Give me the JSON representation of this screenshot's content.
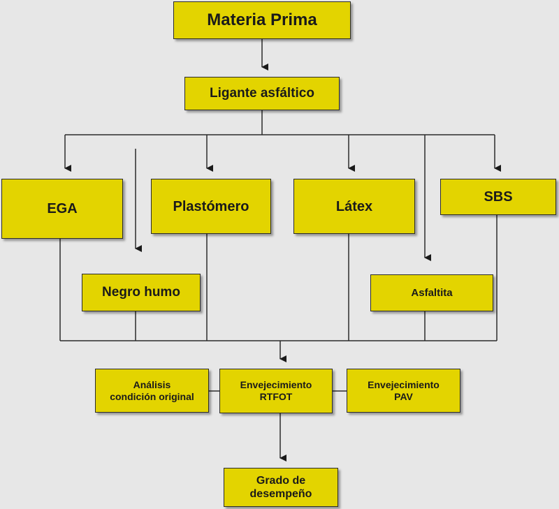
{
  "nodes": {
    "materia_prima": "Materia Prima",
    "ligante": "Ligante asfáltico",
    "ega": "EGA",
    "plastomero": "Plastómero",
    "latex": "Látex",
    "sbs": "SBS",
    "negro_humo": "Negro humo",
    "asfaltita": "Asfaltita",
    "analisis": [
      "Análisis",
      "condición original"
    ],
    "rtfot": [
      "Envejecimiento",
      "RTFOT"
    ],
    "pav": [
      "Envejecimiento",
      "PAV"
    ],
    "grado": [
      "Grado de",
      "desempeño"
    ]
  },
  "colors": {
    "box_fill": "#e3d400",
    "line": "#2b2b2b",
    "background": "#e7e7e7"
  }
}
